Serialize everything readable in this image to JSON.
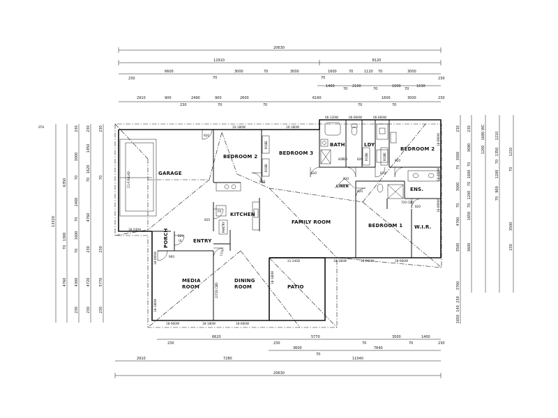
{
  "rooms": {
    "garage": "GARAGE",
    "bedroom2_left": "BEDROOM 2",
    "bedroom3": "BEDROOM 3",
    "bath": "BATH",
    "ldy": "LDY",
    "bedroom2_right": "BEDROOM 2",
    "ens": "ENS.",
    "linen": "LINEN",
    "kitchen": "KITCHEN",
    "family_room": "FAMILY ROOM",
    "bedroom1": "BEDROOM 1",
    "wir": "W.I.R.",
    "porch": "PORCH",
    "entry": "ENTRY",
    "media_room_1": "MEDIA",
    "media_room_2": "ROOM",
    "dining_room_1": "DINING",
    "dining_room_2": "ROOM",
    "patio": "PATIO"
  },
  "fixtures": {
    "robe_a": "ROBE",
    "robe_b": "ROBE",
    "robe_c": "ROBE",
    "robe_d": "ROBE",
    "fr": "FR",
    "pantry": "PANTRY",
    "ul": "UL",
    "rolad": "21-6 R/LAD",
    "cbd": "720 CBD",
    "ocd": "2/720 CBD"
  },
  "top_dims": {
    "overall": "20630",
    "row2": [
      "12910",
      "8120"
    ],
    "row3": [
      "230",
      "6600",
      "70",
      "3000",
      "70",
      "3000",
      "70",
      "1600",
      "70",
      "1120",
      "70",
      "3000",
      "230"
    ],
    "row4": [
      "1400",
      "70",
      "2100",
      "70",
      "1000",
      "70",
      "1630"
    ],
    "row5": [
      "2910",
      "900",
      "230",
      "2490",
      "900",
      "70",
      "2600",
      "70",
      "6160",
      "70",
      "1600",
      "70",
      "3000",
      "230"
    ]
  },
  "bottom_dims": {
    "row1": [
      "230",
      "6620",
      "230",
      "5770",
      "70",
      "3500",
      "70",
      "1400",
      "230"
    ],
    "row2": [
      "3600",
      "70",
      "7640"
    ],
    "row3": [
      "2910",
      "7280",
      "11040"
    ],
    "overall": "20630"
  },
  "left_dims": {
    "overall": "13320",
    "colA": [
      "6350",
      "4760",
      "1300",
      "70"
    ],
    "colB": [
      "230",
      "3000",
      "70",
      "2400",
      "70",
      "1600",
      "70",
      "4300",
      "230"
    ],
    "colC": [
      "230",
      "1450",
      "1620",
      "70",
      "4760",
      "230",
      "4720",
      "230"
    ],
    "colD": [
      "230",
      "70",
      "230",
      "5770",
      "230"
    ],
    "label": "STH"
  },
  "right_dims": {
    "colA": [
      "230",
      "3000",
      "70",
      "3000",
      "70",
      "4760",
      "3500",
      "3760",
      "230",
      "140",
      "1650"
    ],
    "colB": [
      "230",
      "3690",
      "70",
      "1600",
      "70",
      "1200",
      "70",
      "1650",
      "3600"
    ],
    "colC": [
      "1680 WC",
      "1200",
      "1210",
      "1350",
      "70",
      "1200",
      "900",
      "70",
      "1210",
      "70",
      "3500",
      "230"
    ]
  },
  "windows": {
    "w1": "10-180W",
    "w2": "10-180W",
    "w3": "06-120W",
    "w4": "06-060W",
    "w5": "06-060W",
    "w6": "18-060W",
    "w7": "18-240H",
    "w8": "21-240D",
    "w9": "18-180W",
    "w10": "18-060W",
    "w11": "18-060W",
    "w12": "18-060W",
    "w13": "18-060W",
    "w14": "18-060W",
    "w15": "18-180W",
    "w16": "18-060W",
    "w17": "18-180W",
    "w18": "18-060W",
    "w19": "18-180W"
  },
  "doors": [
    "920",
    "820",
    "820",
    "820",
    "820",
    "820",
    "820",
    "720",
    "820",
    "820",
    "820",
    "820",
    "820",
    "900",
    "1150"
  ]
}
